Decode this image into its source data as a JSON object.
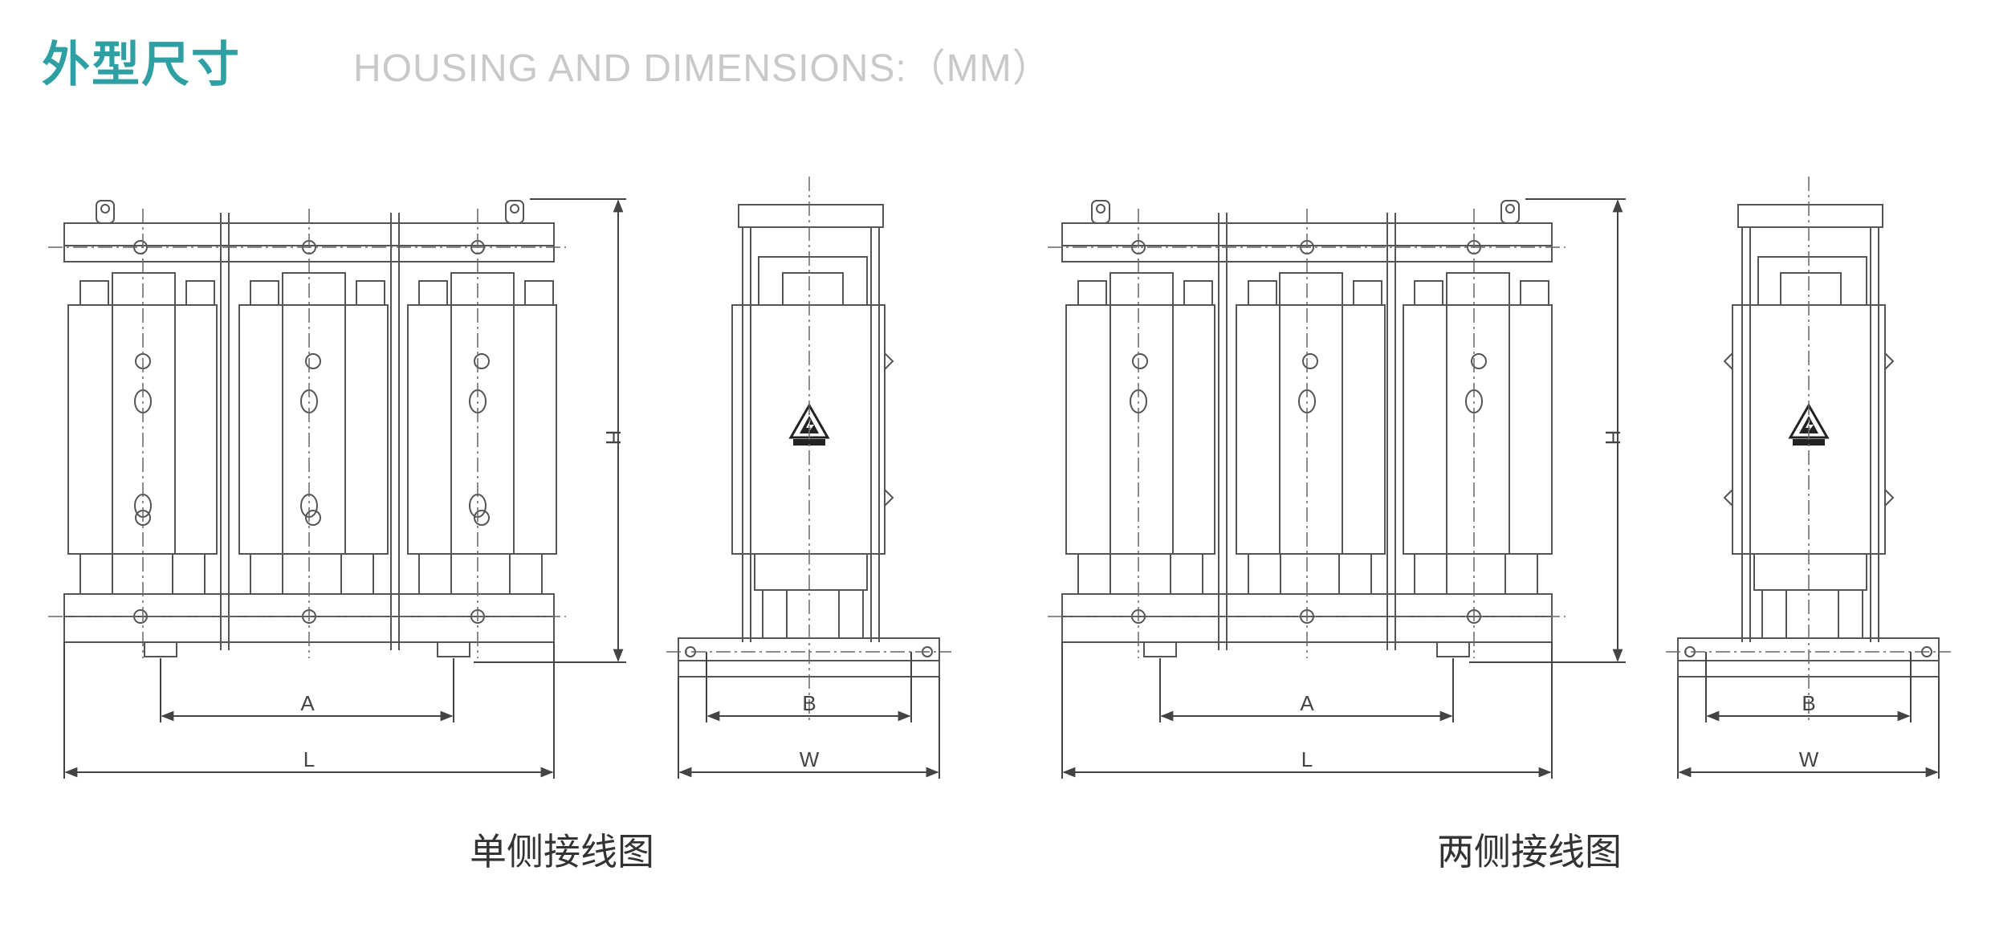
{
  "header": {
    "title_cn": "外型尺寸",
    "title_en": "HOUSING AND DIMENSIONS:（MM）"
  },
  "views": {
    "single": {
      "caption": "单侧接线图",
      "dims": {
        "a": "A",
        "l": "L",
        "h": "H",
        "b": "B",
        "w": "W"
      }
    },
    "double": {
      "caption": "两侧接线图",
      "dims": {
        "a": "A",
        "l": "L",
        "h": "H",
        "b": "B",
        "w": "W"
      }
    }
  },
  "colors": {
    "accent": "#2e9fa3",
    "subtitle": "#c9c9c9",
    "caption": "#333333",
    "line": "#444444"
  }
}
